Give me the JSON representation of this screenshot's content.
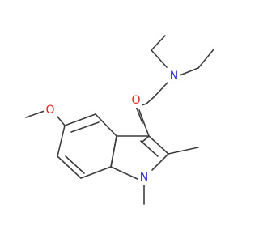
{
  "molecule": {
    "atoms": [
      {
        "id": "N_amine",
        "label": "N",
        "color": "#2b2bd6"
      },
      {
        "id": "O_carbonyl",
        "label": "O",
        "color": "#e0231f"
      },
      {
        "id": "O_methoxy",
        "label": "O",
        "color": "#e0231f"
      },
      {
        "id": "N_indole",
        "label": "N",
        "color": "#2b2bd6"
      }
    ],
    "bond_color": "#3c3c3c"
  }
}
